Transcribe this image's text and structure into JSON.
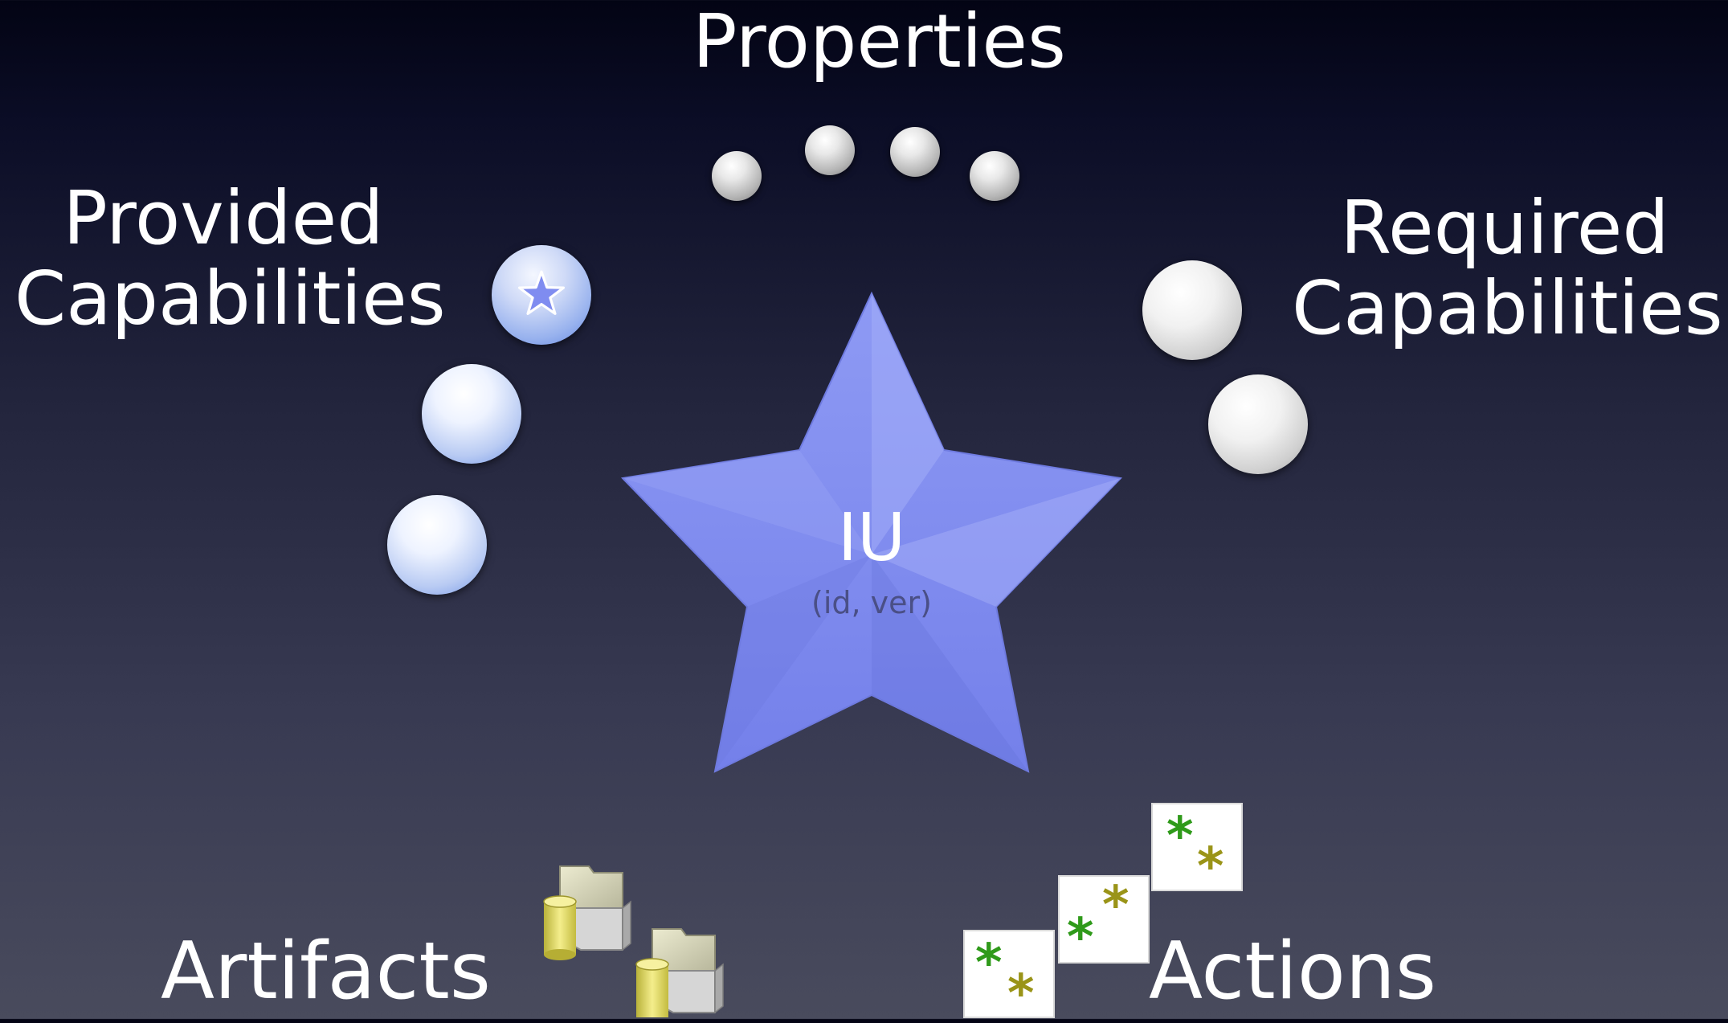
{
  "labels": {
    "properties": "Properties",
    "provided_line1": "Provided",
    "provided_line2": "Capabilities",
    "required_line1": "Required",
    "required_line2": "Capabilities",
    "artifacts": "Artifacts",
    "actions": "Actions"
  },
  "center": {
    "title": "IU",
    "subtitle": "(id, ver)"
  },
  "colors": {
    "star_fill": "#7f8cf0",
    "star_highlight": "#a3adf7",
    "background_top": "#030414",
    "background_bottom": "#494b5d",
    "action_green": "#2f9a1a",
    "action_olive": "#9a9418",
    "artifact_yellow": "#e6df5a"
  },
  "icons": {
    "property_node": "grey-sphere-icon",
    "provided_node": "blue-sphere-icon",
    "required_node": "white-sphere-icon",
    "artifact": "folder-with-cylinder-icon",
    "action": "asterisk-pair-icon"
  }
}
